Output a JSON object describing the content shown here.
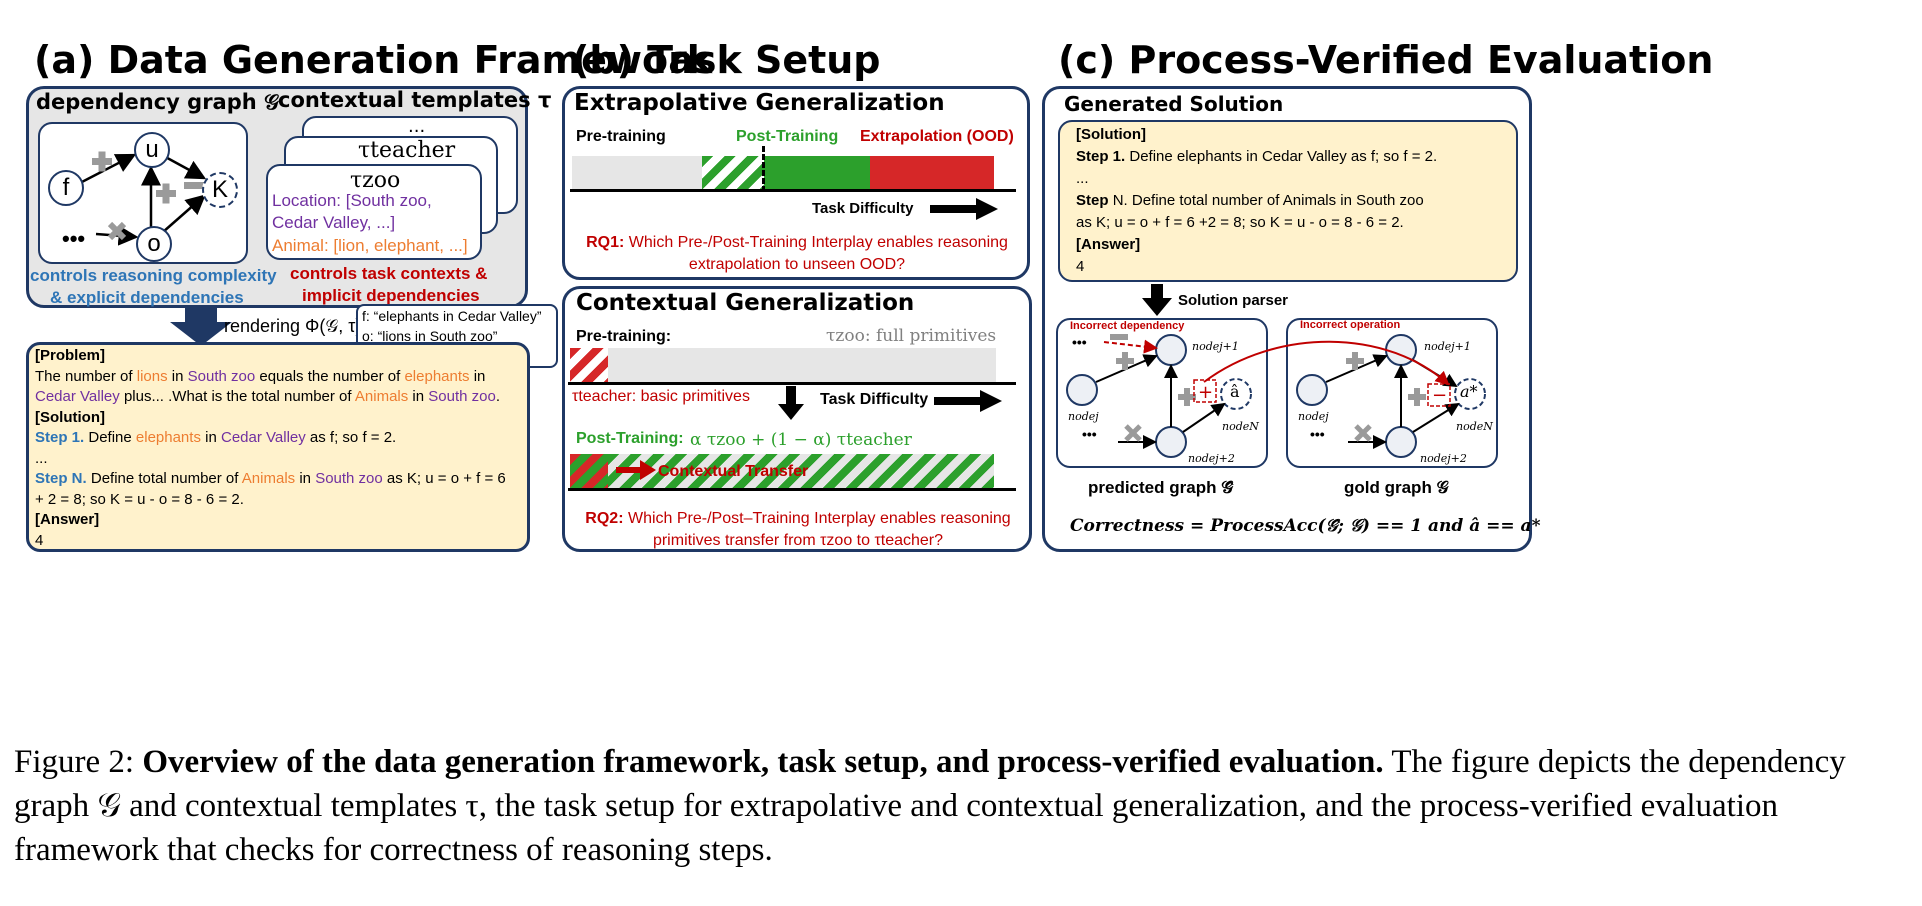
{
  "titles": {
    "a": "(a) Data Generation Framework",
    "b": "(b) Task Setup",
    "c": "(c) Process-Verified Evaluation"
  },
  "panel_a": {
    "dep_graph_label": "dependency graph 𝒢",
    "ctx_templates_label": "contextual templates τ",
    "stack_top": "...",
    "tau_teacher": "τteacher",
    "tau_zoo": "τzoo",
    "location": "Location: [South zoo, Cedar Valley, ...]",
    "animal": "Animal: [lion, elephant, ...]",
    "nodes": {
      "f": "f",
      "u": "u",
      "o": "o",
      "k": "K",
      "dots": "•••"
    },
    "controls_left_1": "controls reasoning complexity",
    "controls_left_2": "& explicit dependencies",
    "controls_right_1": "controls task contexts &",
    "controls_right_2": "implicit dependencies",
    "rendering": "rendering Φ(𝒢, τ)",
    "mapping_f": "f: “elephants in Cedar Valley”",
    "mapping_o": "o: “lions in South zoo”",
    "mapping_dots": "...",
    "problem_hdr": "[Problem]",
    "problem_1": "The number of",
    "problem_lions": "lions",
    "problem_in": "in",
    "problem_southzoo": "South zoo",
    "problem_eq": "equals the number of",
    "problem_elephants": "elephants",
    "problem_in2": "in",
    "problem_cedar": "Cedar Valley",
    "problem_plus": "plus... .What is the total number of",
    "problem_animals": "Animals",
    "problem_in3": "in",
    "problem_southzoo2": "South zoo",
    "problem_end": ".",
    "solution_hdr": "[Solution]",
    "step1": "Step 1.",
    "step1_define": "Define",
    "step1_elephants": "elephants",
    "step1_in": "in",
    "step1_cedar": "Cedar Valley",
    "step1_rest": "as f; so f = 2.",
    "dots": "...",
    "stepn": "Step N.",
    "stepn_text": "Define total number of",
    "stepn_animals": "Animals",
    "stepn_in": "in",
    "stepn_southzoo": "South zoo",
    "stepn_rest": "as K; u = o + f = 6",
    "stepn_line2": "+ 2 = 8; so K = u - o = 8 - 6 = 2.",
    "answer_hdr": "[Answer]",
    "answer": "4"
  },
  "panel_b": {
    "extrap_title": "Extrapolative Generalization",
    "pretraining": "Pre-training",
    "posttraining": "Post-Training",
    "extrapolation": "Extrapolation (OOD)",
    "task_difficulty": "Task Difficulty",
    "rq1_label": "RQ1:",
    "rq1_1": "Which Pre-/Post-Training Interplay enables reasoning",
    "rq1_2": "extrapolation to unseen OOD?",
    "ctx_title": "Contextual Generalization",
    "pretraining2": "Pre-training:",
    "tauzoo_full": "τzoo: full primitives",
    "tauteacher_basic": "τteacher: basic primitives",
    "task_difficulty2": "Task Difficulty",
    "posttraining2": "Post-Training:",
    "mix_formula": "α τzoo + (1 − α) τteacher",
    "contextual_transfer": "Contextual Transfer",
    "rq2_label": "RQ2:",
    "rq2_1": "Which Pre-/Post–Training Interplay enables reasoning",
    "rq2_2": "primitives transfer from τzoo to τteacher?"
  },
  "panel_c": {
    "generated_solution": "Generated Solution",
    "solution_hdr": "[Solution]",
    "step1": "Step 1.",
    "step1_text": "Define elephants in Cedar Valley as f; so f = 2.",
    "dots": "...",
    "stepn": "Step",
    "stepn_text": "N. Define total number of Animals in South zoo",
    "stepn_line2": "as K; u = o + f = 6 +2 = 8; so K = u - o = 8 - 6 = 2.",
    "answer_hdr": "[Answer]",
    "answer": "4",
    "solution_parser": "Solution parser",
    "incorrect_dependency": "Incorrect dependency",
    "incorrect_operation": "Incorrect operation",
    "node_j1": "nodej+1",
    "node_j": "nodej",
    "node_j2": "nodej+2",
    "node_n": "nodeN",
    "a_hat": "â",
    "a_star": "a*",
    "dots_node": "•••",
    "predicted_graph": "predicted graph 𝒢̂",
    "gold_graph": "gold graph 𝒢",
    "correctness": "Correctness = ProcessAcc(𝒢̂; 𝒢) == 1 and â == a*"
  },
  "caption": {
    "label": "Figure 2:",
    "bold": "Overview of the data generation framework, task setup, and process-verified evaluation.",
    "rest": "The figure depicts the dependency graph 𝒢 and contextual templates τ, the task setup for extrapolative and contextual generalization, and the process-verified evaluation framework that checks for correctness of reasoning steps."
  },
  "colors": {
    "panel_border": "#1f3864",
    "red": "#c00000",
    "green": "#2ca02c",
    "blue": "#2e75b6",
    "purple": "#7030a0",
    "orange": "#ed7d31",
    "yellow_bg": "#fff2cc"
  }
}
